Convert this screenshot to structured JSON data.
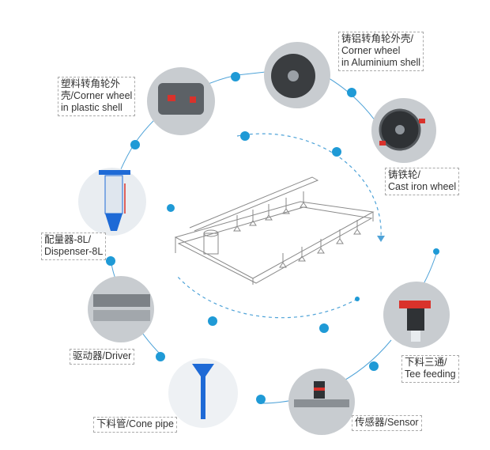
{
  "colors": {
    "ring": "#4fa3d8",
    "dot": "#1f9ad6",
    "accent_red": "#d9322b",
    "accent_blue": "#1e6ad6",
    "photo_gray": "#c8ccd0"
  },
  "components": [
    {
      "id": "plastic-corner-wheel",
      "icon": "plastic-corner-wheel-icon",
      "lines": [
        "塑料转角轮外",
        "壳/Corner wheel",
        "in plastic shell"
      ]
    },
    {
      "id": "aluminium-corner-wheel",
      "icon": "aluminium-corner-wheel-icon",
      "lines": [
        "铸铝转角轮外壳/",
        "Corner wheel",
        "in Aluminium shell"
      ]
    },
    {
      "id": "cast-iron-wheel",
      "icon": "cast-iron-wheel-icon",
      "lines": [
        "铸铁轮/",
        "Cast iron wheel"
      ]
    },
    {
      "id": "dispenser",
      "icon": "dispenser-icon",
      "lines": [
        "配量器-8L/",
        "Dispenser-8L"
      ]
    },
    {
      "id": "driver",
      "icon": "driver-icon",
      "lines": [
        "驱动器/Driver"
      ]
    },
    {
      "id": "tee-feeding",
      "icon": "tee-feeding-icon",
      "lines": [
        "下料三通/",
        "Tee feeding"
      ]
    },
    {
      "id": "cone-pipe",
      "icon": "cone-pipe-icon",
      "lines": [
        "下料管/Cone pipe"
      ]
    },
    {
      "id": "sensor",
      "icon": "sensor-icon",
      "lines": [
        "传感器/Sensor"
      ]
    }
  ]
}
